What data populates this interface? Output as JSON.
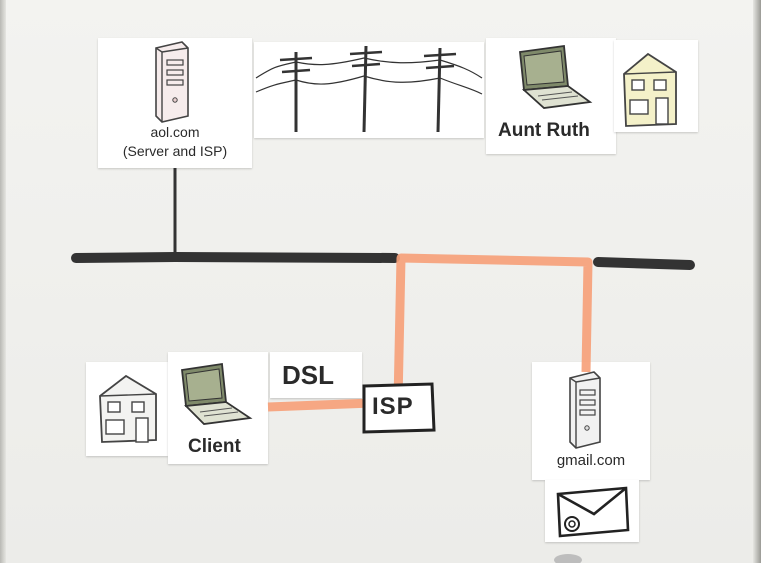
{
  "nodes": {
    "aol": {
      "line1": "aol.com",
      "line2": "(Server and ISP)"
    },
    "aunt": {
      "label": "Aunt Ruth"
    },
    "client": {
      "label": "Client"
    },
    "dsl": {
      "label": "DSL"
    },
    "isp": {
      "label": "ISP"
    },
    "gmail": {
      "label": "gmail.com"
    }
  },
  "colors": {
    "wire": "#333333",
    "route_highlight": "#f6a179",
    "laptop_screen": "#7f8a6a",
    "house_wall": "#f4f1c9"
  },
  "icons": [
    "server-icon",
    "laptop-icon",
    "house-icon",
    "utility-pole-icon",
    "envelope-icon"
  ]
}
